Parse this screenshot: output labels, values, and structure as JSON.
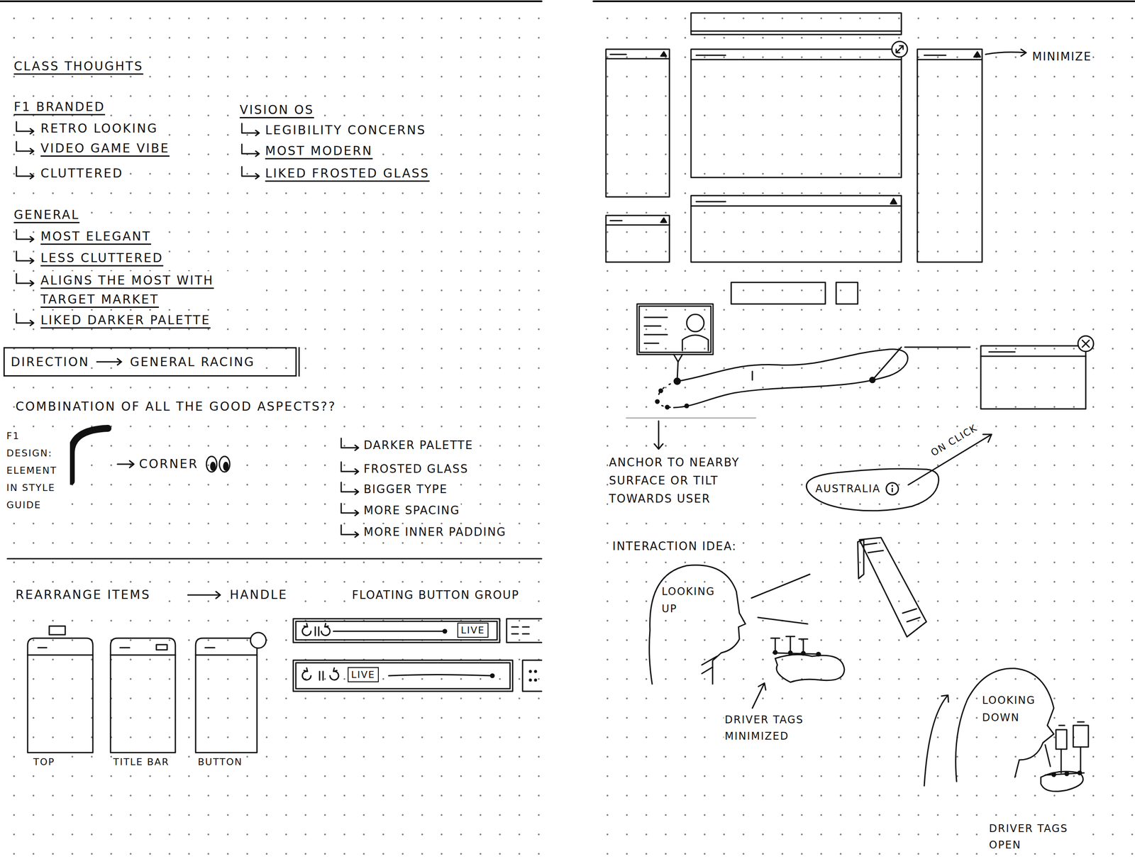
{
  "diagram": {
    "title": "CLASS THOUGHTS",
    "nodes": [
      {
        "text": [
          "DIRECTION",
          "GENERAL RACING"
        ]
      },
      {
        "text": [
          "LIVE"
        ]
      },
      {
        "text": [
          "LIVE"
        ]
      },
      {
        "text": [
          "AUSTRALIA"
        ]
      }
    ],
    "labels": [
      "F1 BRANDED",
      "RETRO LOOKING",
      "VIDEO GAME VIBE",
      "CLUTTERED",
      "VISION OS",
      "LEGIBILITY CONCERNS",
      "MOST MODERN",
      "LIKED FROSTED GLASS",
      "GENERAL",
      "MOST ELEGANT",
      "LESS CLUTTERED",
      "ALIGNS THE MOST WITH TARGET MARKET",
      "LIKED DARKER PALETTE",
      "COMBINATION OF ALL THE GOOD ASPECTS??",
      "F1 DESIGN: ELEMENT IN STYLE GUIDE",
      "CORNER",
      "DARKER PALETTE",
      "FROSTED GLASS",
      "BIGGER TYPE",
      "MORE SPACING",
      "MORE INNER PADDING",
      "REARRANGE ITEMS",
      "HANDLE",
      "FLOATING BUTTON GROUP",
      "TOP",
      "TITLE BAR",
      "BUTTON",
      "MINIMIZE",
      "ANCHOR TO NEARBY SURFACE OR TILT TOWARDS USER",
      "ON CLICK",
      "INTERACTION IDEA:",
      "LOOKING UP",
      "DRIVER TAGS MINIMIZED",
      "LOOKING DOWN",
      "DRIVER TAGS OPEN"
    ]
  }
}
